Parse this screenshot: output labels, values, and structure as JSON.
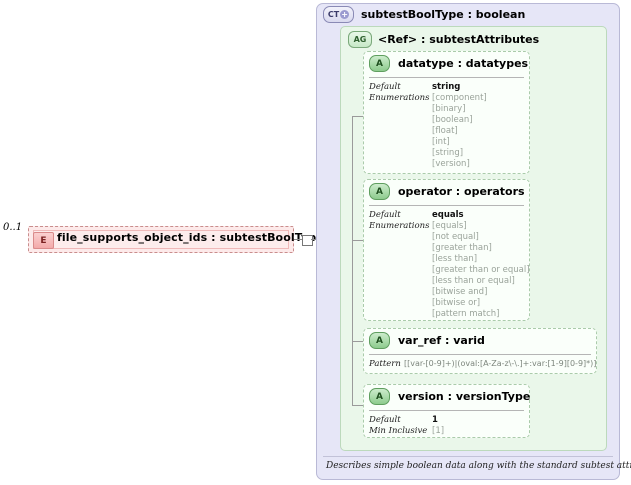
{
  "element": {
    "cardinality": "0..1",
    "icon": "E",
    "label": "file_supports_object_ids : subtestBoolType"
  },
  "complex_type": {
    "icon": "CT",
    "icon_plus": "+",
    "title": "subtestBoolType : boolean"
  },
  "attribute_group": {
    "icon": "AG",
    "title": "<Ref>      : subtestAttributes"
  },
  "attributes": [
    {
      "icon": "A",
      "name": "datatype : datatypes",
      "default_label": "Default",
      "default_value": "string",
      "enum_label": "Enumerations",
      "enumerations": [
        "[component]",
        "[binary]",
        "[boolean]",
        "[float]",
        "[int]",
        "[string]",
        "[version]"
      ]
    },
    {
      "icon": "A",
      "name": "operator : operators",
      "default_label": "Default",
      "default_value": "equals",
      "enum_label": "Enumerations",
      "enumerations": [
        "[equals]",
        "[not equal]",
        "[greater than]",
        "[less than]",
        "[greater than or equal]",
        "[less than or equal]",
        "[bitwise and]",
        "[bitwise or]",
        "[pattern match]"
      ]
    },
    {
      "icon": "A",
      "name": "var_ref   : varid",
      "pattern_label": "Pattern",
      "pattern_value": "[[var-[0-9]+)|(oval:[A-Za-z\\-\\.]+:var:[1-9][0-9]*)]"
    },
    {
      "icon": "A",
      "name": "version   : versionType",
      "default_label": "Default",
      "default_value": "1",
      "min_inclusive_label": "Min Inclusive",
      "min_inclusive_value": "[1]"
    }
  ],
  "annotation": "Describes simple boolean data along with the standard subtest attributes."
}
